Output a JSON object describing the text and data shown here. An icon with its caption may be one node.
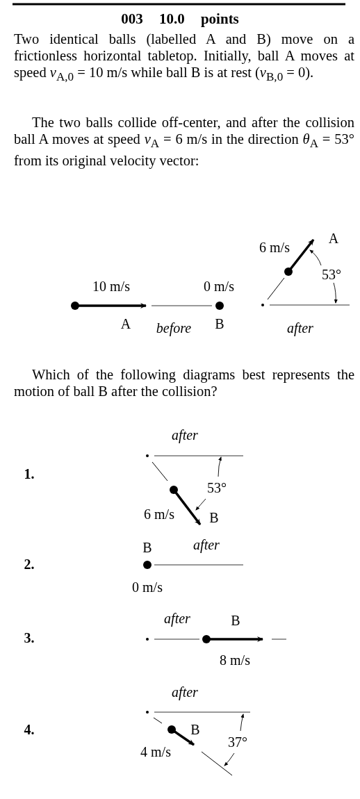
{
  "diagram": {
    "title": "003 10.0 points",
    "labels": [
      "Two identical balls (labelled A and B) move on a frictionless horizontal tabletop. Initially, ball A moves at speed *v*$_{A,0}$ = 10 m/s while ball B is at rest (*v*$_{B,0}$ = 0).",
      "The two balls collide off-center, and after the collision ball A moves at speed *v*$_{A}$ = 6 m/s in the direction *θ*$_{A}$ = 53° from its original velocity vector:",
      "6 m/s",
      "A",
      "53°",
      "10 m/s",
      "0 m/s",
      "A",
      "before",
      "B",
      "after",
      "Which of the following diagrams best represents the motion of ball B after the collision?",
      "after",
      "1.",
      "53°",
      "6 m/s",
      "B",
      "B",
      "after",
      "2.",
      "0 m/s",
      "after",
      "B",
      "3.",
      "8 m/s",
      "after",
      "4.",
      "B",
      "37°",
      "4 m/s"
    ]
  }
}
